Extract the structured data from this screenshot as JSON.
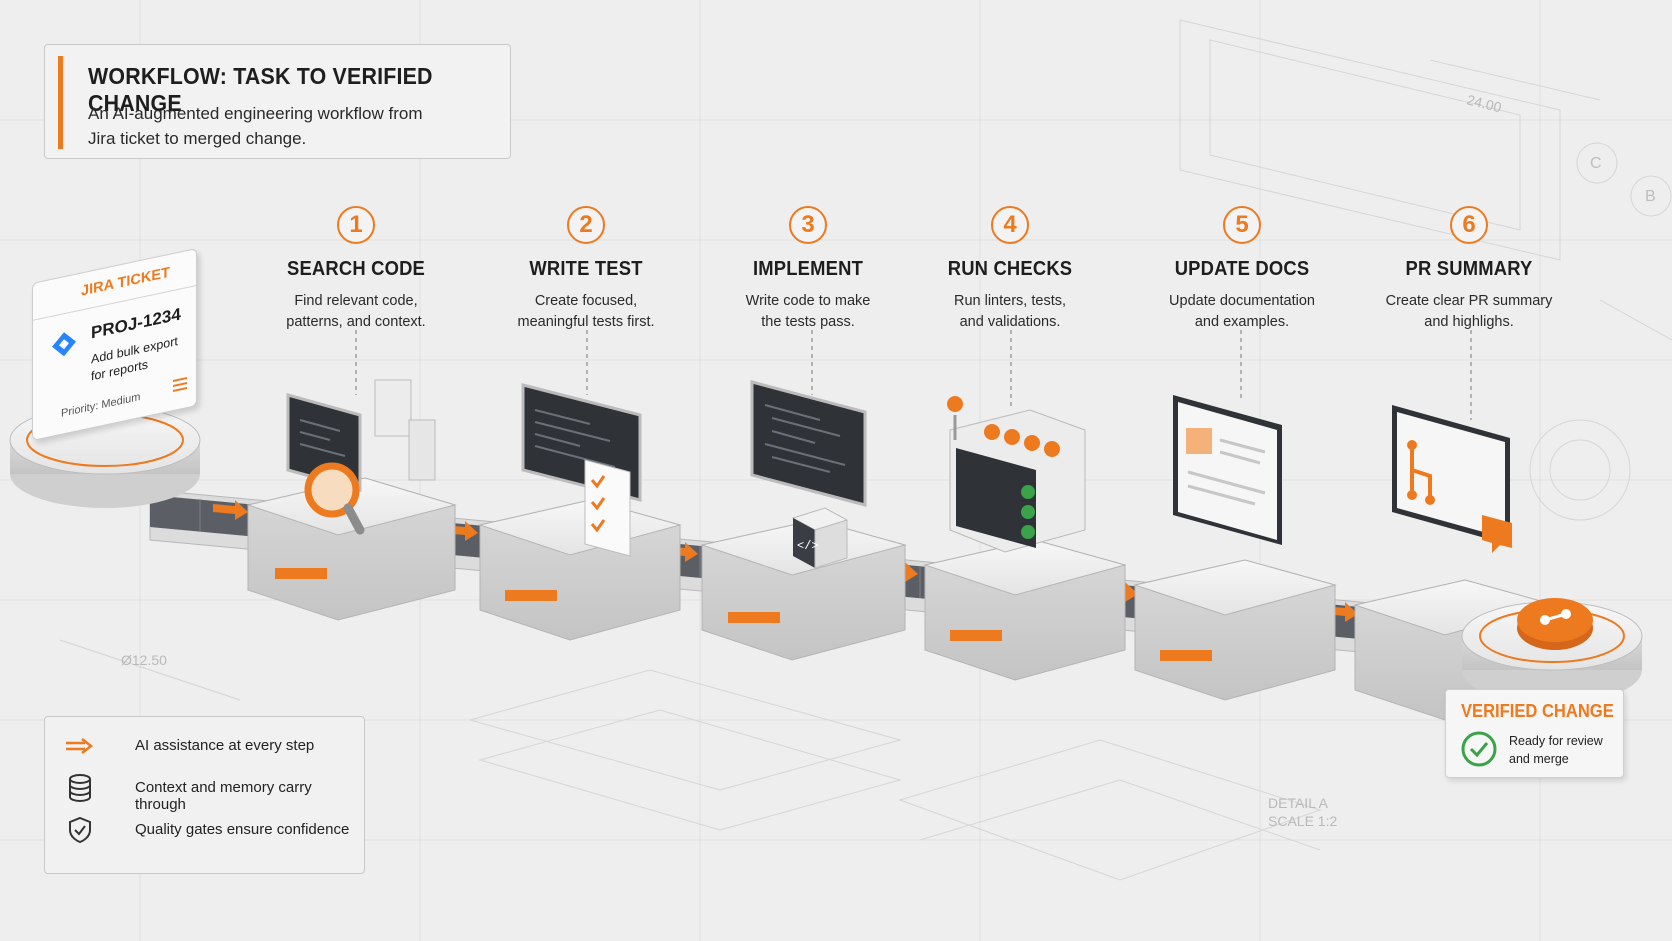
{
  "header": {
    "title": "WORKFLOW: TASK TO VERIFIED CHANGE",
    "subtitle": "An AI-augmented engineering workflow from Jira ticket to merged change."
  },
  "ticket": {
    "header": "JIRA TICKET",
    "id": "PROJ-1234",
    "summary": "Add bulk export for reports",
    "priority": "Priority: Medium"
  },
  "steps": [
    {
      "number": "1",
      "title": "SEARCH CODE",
      "desc1": "Find relevant code,",
      "desc2": "patterns, and context.",
      "icon": "magnifier-icon"
    },
    {
      "number": "2",
      "title": "WRITE TEST",
      "desc1": "Create focused,",
      "desc2": "meaningful tests first.",
      "icon": "checklist-icon"
    },
    {
      "number": "3",
      "title": "IMPLEMENT",
      "desc1": "Write code to make",
      "desc2": "the tests pass.",
      "icon": "code-block-icon"
    },
    {
      "number": "4",
      "title": "RUN CHECKS",
      "desc1": "Run linters, tests,",
      "desc2": "and validations.",
      "icon": "check-machine-icon"
    },
    {
      "number": "5",
      "title": "UPDATE DOCS",
      "desc1": "Update documentation",
      "desc2": "and examples.",
      "icon": "document-icon"
    },
    {
      "number": "6",
      "title": "PR SUMMARY",
      "desc1": "Create clear PR summary",
      "desc2": "and highlighs.",
      "icon": "branch-icon"
    }
  ],
  "legend": [
    {
      "label": "AI assistance at every step",
      "icon": "arrow-icon"
    },
    {
      "label": "Context and memory carry through",
      "icon": "database-icon"
    },
    {
      "label": "Quality gates ensure confidence",
      "icon": "shield-check-icon"
    }
  ],
  "result": {
    "title": "VERIFIED CHANGE",
    "text1": "Ready for review",
    "text2": "and merge"
  },
  "blueprint_marks": {
    "diameter": "Ø12.50",
    "detail": "DETAIL A",
    "scale": "SCALE 1:2",
    "dimension": "24.00",
    "circle_c": "C",
    "circle_b": "B"
  },
  "colors": {
    "accent": "#ee7a1f",
    "background": "#eeeeee",
    "screen": "#2f3338",
    "success": "#3aa34a"
  }
}
